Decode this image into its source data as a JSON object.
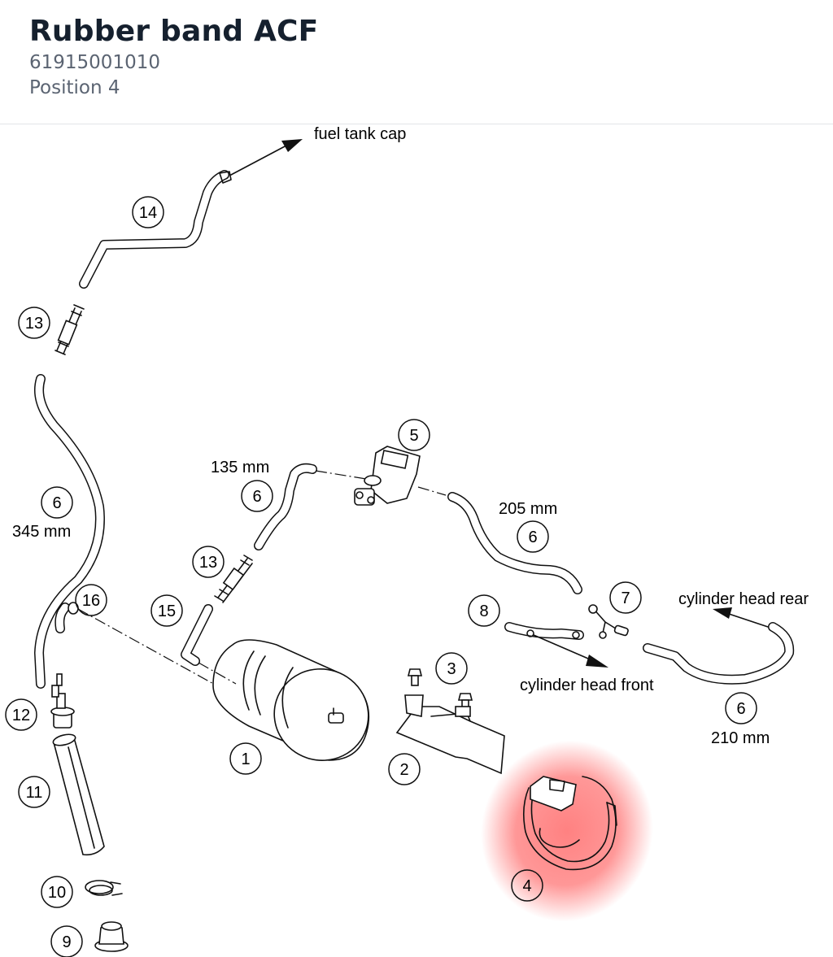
{
  "header": {
    "title": "Rubber band ACF",
    "part_number": "61915001010",
    "position": "Position 4"
  },
  "diagram": {
    "highlight_color": "#ff6b6b",
    "callouts": {
      "c1": "1",
      "c2": "2",
      "c3": "3",
      "c4": "4",
      "c5": "5",
      "c6a": "6",
      "c6b": "6",
      "c6c": "6",
      "c6d": "6",
      "c7": "7",
      "c8": "8",
      "c9": "9",
      "c10": "10",
      "c11": "11",
      "c12": "12",
      "c13a": "13",
      "c13b": "13",
      "c14": "14",
      "c15": "15",
      "c16": "16"
    },
    "labels": {
      "fuel_tank_cap": "fuel tank cap",
      "len_345": "345 mm",
      "len_135": "135 mm",
      "len_205": "205 mm",
      "len_210": "210 mm",
      "cyl_head_rear": "cylinder head rear",
      "cyl_head_front": "cylinder head front"
    }
  }
}
